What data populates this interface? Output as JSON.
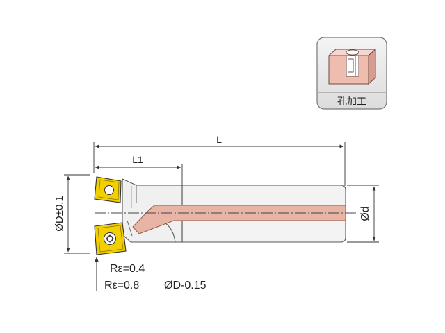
{
  "badge": {
    "label": "孔加工"
  },
  "dimensions": {
    "overall_length": "L",
    "head_length": "L1",
    "cutting_diameter": "ØD±0.1",
    "shank_diameter": "Ød"
  },
  "notes": {
    "corner_radius_a": "Rε=0.4",
    "corner_radius_b": "Rε=0.8",
    "diameter_adjustment": "ØD-0.15"
  },
  "colors": {
    "insert_yellow": "#f2d000",
    "coolant_pink": "#e8b4a6",
    "body_gray": "#f3f3f3",
    "outline": "#555555",
    "badge_block": "#f0c6bc"
  }
}
